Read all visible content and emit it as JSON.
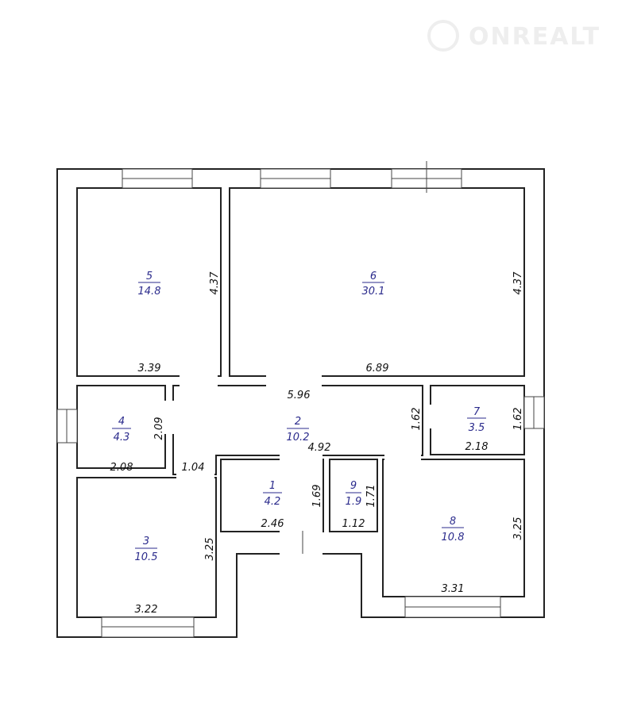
{
  "watermark": "ONREALT",
  "rooms": [
    {
      "number": "1",
      "area": "4.2"
    },
    {
      "number": "2",
      "area": "10.2"
    },
    {
      "number": "3",
      "area": "10.5"
    },
    {
      "number": "4",
      "area": "4.3"
    },
    {
      "number": "5",
      "area": "14.8"
    },
    {
      "number": "6",
      "area": "30.1"
    },
    {
      "number": "7",
      "area": "3.5"
    },
    {
      "number": "8",
      "area": "10.8"
    },
    {
      "number": "9",
      "area": "1.9"
    }
  ],
  "dimensions": {
    "r5_height": "4.37",
    "r5_width": "3.39",
    "r6_height": "4.37",
    "r6_width": "6.89",
    "r2_width": "5.96",
    "r2_height": "1.62",
    "r2_lower": "4.92",
    "r2_passage": "1.04",
    "r4_height": "2.09",
    "r4_width": "2.08",
    "r7_width": "2.18",
    "r7_height": "1.62",
    "r1_height": "1.69",
    "r1_width": "2.46",
    "r9_height": "1.71",
    "r9_width": "1.12",
    "r3_height": "3.25",
    "r3_width": "3.22",
    "r8_height": "3.25",
    "r8_width": "3.31"
  }
}
